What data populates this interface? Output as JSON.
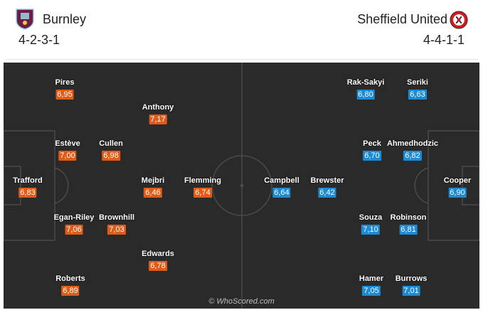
{
  "home": {
    "name": "Burnley",
    "formation": "4-2-3-1",
    "players": [
      {
        "id": "trafford",
        "name": "Trafford",
        "rating": "6,83"
      },
      {
        "id": "pires",
        "name": "Pires",
        "rating": "6,95"
      },
      {
        "id": "esteve",
        "name": "Estève",
        "rating": "7,00"
      },
      {
        "id": "egan-riley",
        "name": "Egan-Riley",
        "rating": "7,06"
      },
      {
        "id": "roberts",
        "name": "Roberts",
        "rating": "6,89"
      },
      {
        "id": "cullen",
        "name": "Cullen",
        "rating": "6,98"
      },
      {
        "id": "brownhill",
        "name": "Brownhill",
        "rating": "7,03"
      },
      {
        "id": "anthony",
        "name": "Anthony",
        "rating": "7,17"
      },
      {
        "id": "mejbri",
        "name": "Mejbri",
        "rating": "6,46"
      },
      {
        "id": "edwards",
        "name": "Edwards",
        "rating": "6,78"
      },
      {
        "id": "flemming",
        "name": "Flemming",
        "rating": "6,74"
      }
    ]
  },
  "away": {
    "name": "Sheffield United",
    "formation": "4-4-1-1",
    "players": [
      {
        "id": "cooper",
        "name": "Cooper",
        "rating": "6,90"
      },
      {
        "id": "seriki",
        "name": "Seriki",
        "rating": "6,63"
      },
      {
        "id": "ahmedhodzic",
        "name": "Ahmedhodzic",
        "rating": "6,82"
      },
      {
        "id": "robinson",
        "name": "Robinson",
        "rating": "6,81"
      },
      {
        "id": "burrows",
        "name": "Burrows",
        "rating": "7,01"
      },
      {
        "id": "rak-sakyi",
        "name": "Rak-Sakyi",
        "rating": "6,80"
      },
      {
        "id": "peck",
        "name": "Peck",
        "rating": "6,70"
      },
      {
        "id": "souza",
        "name": "Souza",
        "rating": "7,10"
      },
      {
        "id": "hamer",
        "name": "Hamer",
        "rating": "7,05"
      },
      {
        "id": "brewster",
        "name": "Brewster",
        "rating": "6,42"
      },
      {
        "id": "campbell",
        "name": "Campbell",
        "rating": "6,64"
      }
    ]
  },
  "watermark": "© WhoScored.com",
  "colors": {
    "pitch": "#2a2a2a",
    "pitch_lines": "#4a4a4a",
    "home_rating": "#e05c16",
    "away_rating": "#1c8bd3",
    "home_crest": "#6c1d45",
    "away_crest": "#d71920"
  }
}
